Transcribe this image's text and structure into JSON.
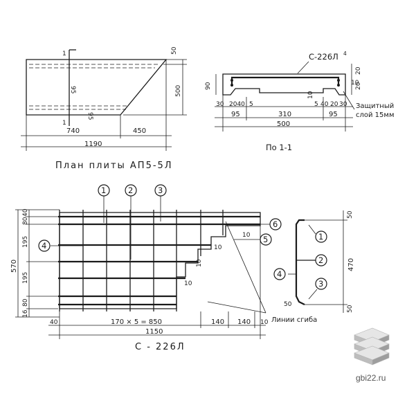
{
  "plan": {
    "section_mark": "1",
    "dims": {
      "d740": "740",
      "d450": "450",
      "d1190": "1190",
      "d500": "500",
      "d50": "50",
      "d95a": "95",
      "d95b": "95"
    },
    "caption": "План плиты АП5-5Л"
  },
  "section": {
    "rebar_label": "С-226Л",
    "rebar_suffix": "4",
    "dims_top": [
      "30",
      "2040",
      "5"
    ],
    "dims_top_right": [
      "5",
      "40",
      "20",
      "30"
    ],
    "d95l": "95",
    "d310": "310",
    "d95r": "95",
    "d500": "500",
    "d90": "90",
    "d10": "10",
    "d10b": "10",
    "d20": "20",
    "d20b": "20",
    "cover_note_1": "Защитный",
    "cover_note_2": "слой 15мм",
    "caption": "По 1-1"
  },
  "mesh": {
    "left_dims": [
      "40",
      "80",
      "195",
      "195",
      "80",
      "16"
    ],
    "height_dim": "570",
    "bottom_dim_left": "40",
    "bottom_dim_main": "170 × 5 = 850",
    "bottom_dim_140a": "140",
    "bottom_dim_140b": "140",
    "bottom_dim_right": "10",
    "total_width": "1150",
    "caption": "С - 226Л",
    "step_dims": [
      "10",
      "10",
      "10",
      "10"
    ],
    "fold_label": "Линии сгиба",
    "callouts": [
      "1",
      "2",
      "3",
      "4",
      "5",
      "6"
    ]
  },
  "bent_section": {
    "callouts": [
      "1",
      "2",
      "3",
      "4"
    ],
    "d50top": "50",
    "d470": "470",
    "d50bot": "50",
    "d50side": "50"
  },
  "watermark": {
    "text": "gbi22.ru",
    "icon": "stacked-slabs-icon"
  }
}
